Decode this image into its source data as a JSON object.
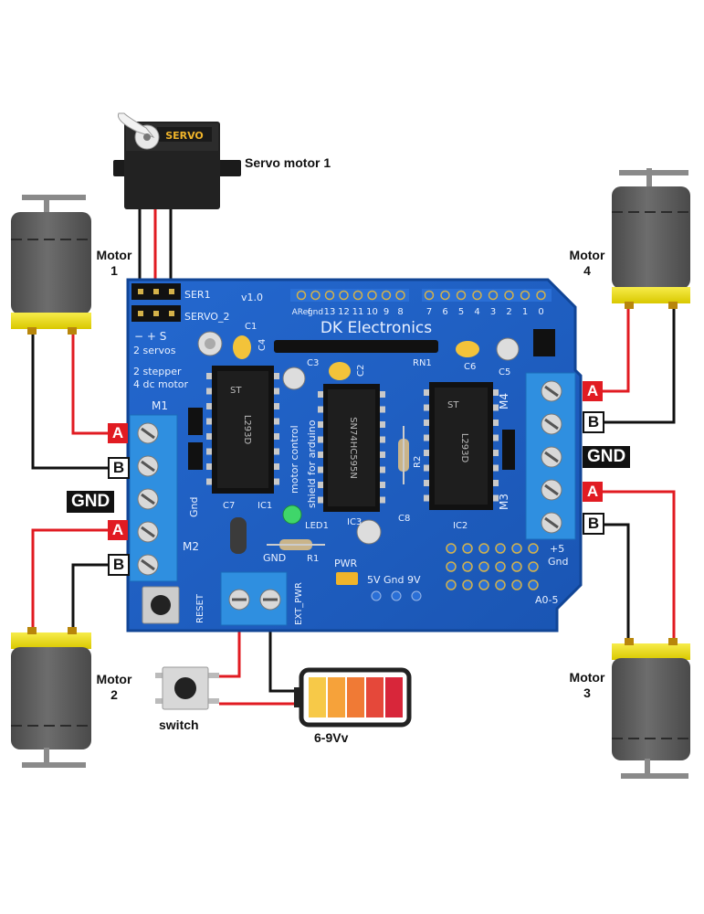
{
  "labels": {
    "servo_motor_1": "Servo motor 1",
    "motor_word": "Motor",
    "motor1_num": "1",
    "motor2_num": "2",
    "motor3_num": "3",
    "motor4_num": "4",
    "switch": "switch",
    "battery": "6-9Vv",
    "a": "A",
    "b": "B",
    "gnd": "GND"
  },
  "servo": {
    "brand": "SERVO"
  },
  "board": {
    "brand": "DK Electronics",
    "version": "v1.0",
    "header_pins": [
      "ARef",
      "gnd",
      "13",
      "12",
      "11",
      "10",
      "9",
      "8",
      "7",
      "6",
      "5",
      "4",
      "3",
      "2",
      "1",
      "0"
    ],
    "ser1": "SER1",
    "servo_2": "SERVO_2",
    "pin_signs": [
      "−",
      "+",
      "S"
    ],
    "info_lines": [
      "2 servos",
      "2 stepper",
      "4 dc motor"
    ],
    "vertical_text_1": "motor control",
    "vertical_text_2": "shield for arduino",
    "m1": "M1",
    "m2": "M2",
    "m3": "M3",
    "m4": "M4",
    "gnd_left": "Gnd",
    "gnd_bottom": "GND",
    "ic1": "IC1",
    "ic2": "IC2",
    "ic3": "IC3",
    "c1": "C1",
    "c2": "C2",
    "c3": "C3",
    "c4": "C4",
    "c5": "C5",
    "c6": "C6",
    "c7": "C7",
    "c8": "C8",
    "rn1": "RN1",
    "r1": "R1",
    "r2": "R2",
    "led1": "LED1",
    "pwr": "PWR",
    "reset": "RESET",
    "ext_pwr": "EXT_PWR",
    "power_pins": "5V Gnd 9V",
    "plus5": "+5",
    "gnd_right": "Gnd",
    "a0_5": "A0-5",
    "chip_driver_1": "L293D",
    "chip_driver_2": "L293D",
    "chip_shift": "SN74HC595N",
    "chip_maker": "ST"
  },
  "colors": {
    "board": "#1d5fc4",
    "board_edge": "#114596",
    "wire_red": "#e11b22",
    "wire_black": "#111111",
    "motor_body": "#5a5a5a",
    "motor_collar": "#f2e21a",
    "terminal": "#2f8fe0"
  }
}
